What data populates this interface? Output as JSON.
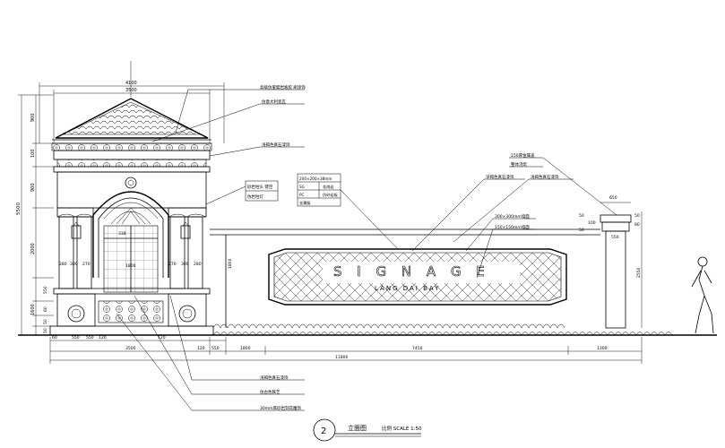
{
  "drawing": {
    "title_label": "立面图",
    "scale_label": "比例 SCALE 1:50",
    "sheet_number": "2",
    "signage": {
      "main_text": "S I G N A G E",
      "sub_text": "LANG  DAI  BAY"
    },
    "annotations": {
      "top_1": "高级仿蜜蜡岩板胶 刷涂饰",
      "top_2": "仿意大利瓷瓦",
      "top_3": "浅褐色真石漆饰",
      "mid_1": "砂岩柱头 镂空",
      "mid_2": "仿岩柱灯",
      "material_1": "200×200×38mm",
      "material_2": "SG",
      "material_2b": "花岗岩",
      "material_3": "PC",
      "material_3b": "仿砂岩板",
      "material_4": "金属板",
      "wall_1": "深褐色真石漆饰",
      "wall_2": "浅褐色真石漆饰",
      "wall_3": "300×300mm墙面",
      "wall_4": "150×150mm墙面",
      "pillar_1": "150厚金属盖",
      "pillar_2": "整体浇筑",
      "bottom_1": "浅褐色真石漆饰",
      "bottom_2": "仿古色铁艺",
      "bottom_3": "30mm厚砂岩刻花雕饰"
    },
    "dimensions": {
      "top_overall": "4100",
      "top_sub": "3500",
      "left_total": "5500",
      "left_1": "900",
      "left_2": "100",
      "left_3": "900",
      "left_4": "2000",
      "left_5": "1600",
      "left_6": "550",
      "left_7": "60",
      "left_8": "50",
      "left_9": "50",
      "gate_width": "1800",
      "gate_inner": "338",
      "col_a": "280",
      "col_b": "300",
      "col_c": "270",
      "col_d": "270",
      "col_e": "300",
      "col_f": "280",
      "base_1": "60",
      "base_2": "550",
      "base_3": "550",
      "base_4": "120",
      "base_5": "120",
      "bottom_row_1": "3500",
      "bottom_row_2": "120",
      "bottom_row_3": "550",
      "bottom_row_4": "1800",
      "bottom_row_5": "7450",
      "bottom_row_6": "1300",
      "bottom_total": "11800",
      "wall_height": "1800",
      "pillar_width": "650",
      "pillar_dim_1": "50",
      "pillar_dim_2": "100",
      "pillar_dim_3": "50",
      "pillar_dim_4": "550",
      "pillar_dim_5": "50",
      "pillar_height": "2550",
      "right_small": "80"
    }
  }
}
